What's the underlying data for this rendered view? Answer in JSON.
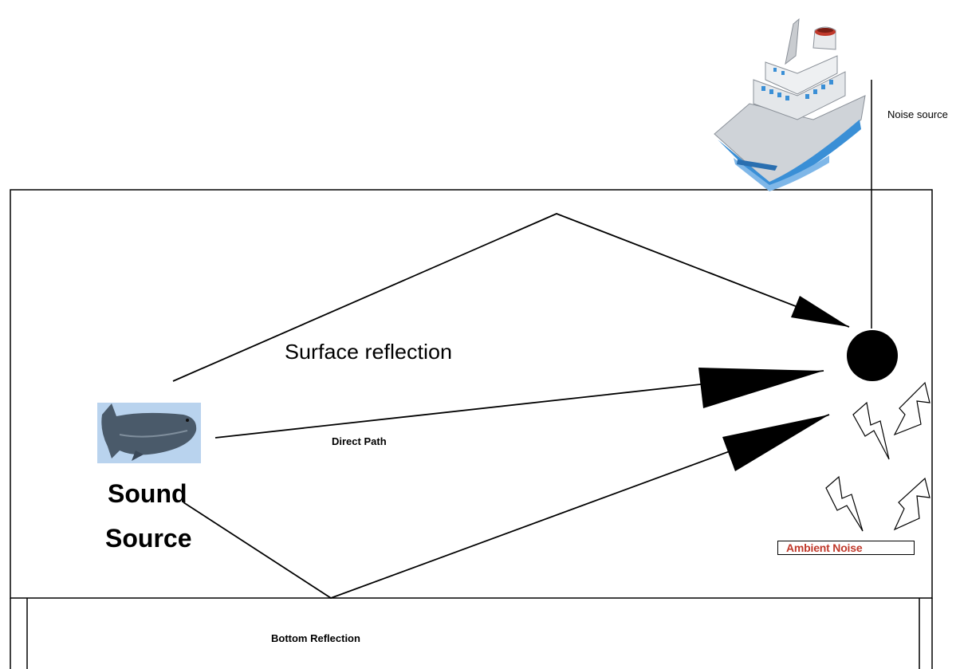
{
  "labels": {
    "noise_source": "Noise source",
    "surface_reflection": "Surface reflection",
    "direct_path": "Direct Path",
    "sound_source_line1": "Sound",
    "sound_source_line2": "Source",
    "ambient_noise": "Ambient Noise",
    "bottom_reflection": "Bottom Reflection"
  },
  "colors": {
    "stroke": "#000000",
    "ambient_text": "#c0392b",
    "ship_hull": "#cfd3d8",
    "ship_stripe": "#3a8fd6",
    "water_bg": "#b9d3ee",
    "whale": "#4a5a6a"
  },
  "icons": {
    "ship": "ship-icon",
    "whale": "whale-icon",
    "receiver": "hydrophone-receiver-icon",
    "noise": "lightning-bolt-icon"
  }
}
